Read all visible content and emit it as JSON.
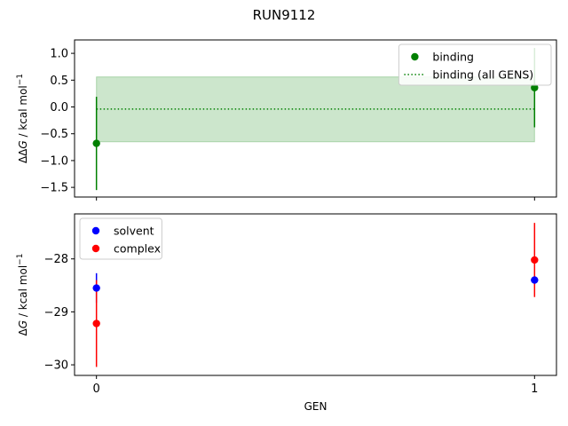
{
  "chart_data": [
    {
      "type": "scatter",
      "title": "RUN9112",
      "xlabel": "",
      "ylabel": "ΔΔG / kcal mol⁻¹",
      "ylabel_parts": {
        "main": "ΔΔ",
        "italic": "G",
        "rest": " / kcal mol",
        "sup": "−1"
      },
      "xlim": [
        -0.05,
        1.05
      ],
      "ylim": [
        -1.68,
        1.25
      ],
      "xticks": [
        0,
        1
      ],
      "yticks": [
        -1.5,
        -1.0,
        -0.5,
        0.0,
        0.5,
        1.0
      ],
      "ytick_labels": [
        "−1.5",
        "−1.0",
        "−0.5",
        "0.0",
        "0.5",
        "1.0"
      ],
      "legend_position": "upper-right",
      "series": [
        {
          "name": "binding",
          "color": "#008000",
          "marker": "circle",
          "x": [
            0,
            1
          ],
          "y": [
            -0.68,
            0.36
          ],
          "yerr": [
            0.87,
            0.74
          ]
        }
      ],
      "aggregate": {
        "name": "binding (all GENS)",
        "color": "#008000",
        "style": "dotted",
        "value": -0.04,
        "band": [
          -0.65,
          0.56
        ],
        "band_color": "#008000",
        "x_range": [
          0,
          1
        ]
      }
    },
    {
      "type": "scatter",
      "xlabel": "GEN",
      "ylabel": "ΔG / kcal mol⁻¹",
      "ylabel_parts": {
        "main": "Δ",
        "italic": "G",
        "rest": " / kcal mol",
        "sup": "−1"
      },
      "xlim": [
        -0.05,
        1.05
      ],
      "ylim": [
        -30.2,
        -27.15
      ],
      "xticks": [
        0,
        1
      ],
      "xtick_labels": [
        "0",
        "1"
      ],
      "yticks": [
        -30,
        -29,
        -28
      ],
      "ytick_labels": [
        "−30",
        "−29",
        "−28"
      ],
      "legend_position": "upper-left",
      "series": [
        {
          "name": "solvent",
          "color": "#0000ff",
          "marker": "circle",
          "x": [
            0,
            1
          ],
          "y": [
            -28.55,
            -28.4
          ],
          "yerr": [
            0.28,
            0.08
          ]
        },
        {
          "name": "complex",
          "color": "#ff0000",
          "marker": "circle",
          "x": [
            0,
            1
          ],
          "y": [
            -29.22,
            -28.02
          ],
          "yerr": [
            0.82,
            0.7
          ]
        }
      ]
    }
  ]
}
